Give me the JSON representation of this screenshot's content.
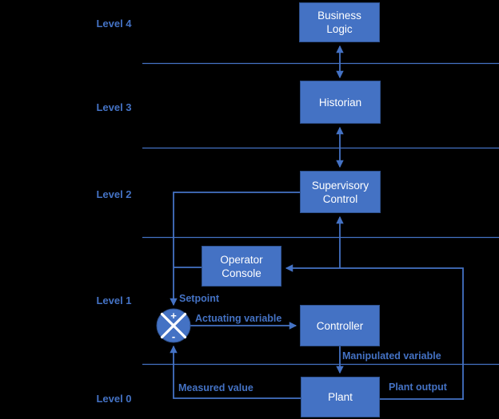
{
  "diagram": {
    "title_semantic": "Industrial control system hierarchy diagram",
    "background_color": "#000000",
    "accent_color": "#4472C4",
    "box_fill_color": "#4472C4",
    "box_border_color": "#2F528F",
    "box_text_color": "#FFFFFF"
  },
  "levels": [
    {
      "label": "Level 4"
    },
    {
      "label": "Level 3"
    },
    {
      "label": "Level 2"
    },
    {
      "label": "Level 1"
    },
    {
      "label": "Level 0"
    }
  ],
  "boxes": {
    "business_logic": "Business Logic",
    "historian": "Historian",
    "supervisory_control": "Supervisory Control",
    "operator_console": "Operator Console",
    "controller": "Controller",
    "plant": "Plant"
  },
  "annotations": {
    "setpoint": "Setpoint",
    "actuating_variable": "Actuating variable",
    "manipulated_variable": "Manipulated variable",
    "plant_output": "Plant output",
    "measured_value": "Measured value"
  },
  "summing_junction": {
    "plus": "+",
    "minus": "-"
  }
}
